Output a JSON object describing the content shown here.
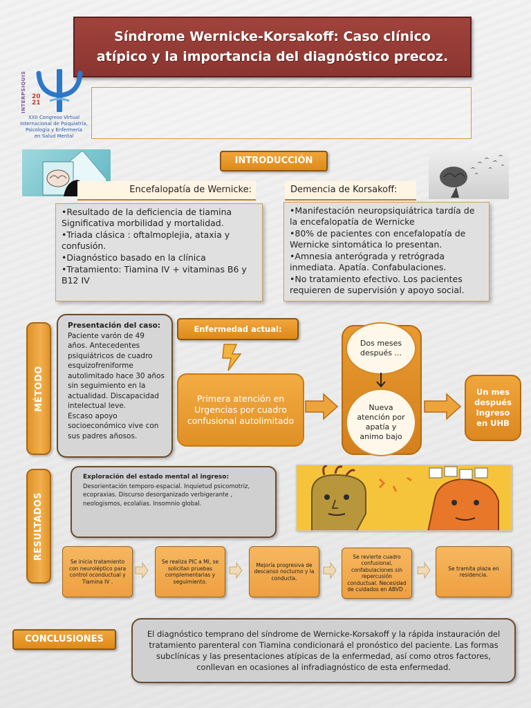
{
  "title": {
    "line1": "Síndrome Wernicke-Korsakoff: Caso clínico",
    "line2": "atípico y la importancia del diagnóstico precoz."
  },
  "logo": {
    "brand": "INTERPSIQUIS",
    "year_top": "20",
    "year_bottom": "21",
    "lines": [
      "XXII Congreso Virtual",
      "Internacional de Psiquiatría,",
      "Psicología y Enfermería",
      "en Salud Mental"
    ]
  },
  "intro": {
    "label": "INTRODUCCIÓN",
    "wernicke": {
      "header": "Encefalopatía de Wernicke:",
      "items": [
        "Resultado de la deficiencia de tiamina Significativa morbilidad y mortalidad.",
        "Triada clásica : oftalmoplejia, ataxia y confusión.",
        "Diagnóstico basado en la clínica",
        "Tratamiento: Tiamina IV + vitaminas B6 y B12 IV"
      ]
    },
    "korsakoff": {
      "header": "Demencia de Korsakoff:",
      "items": [
        "Manifestación neuropsiquiátrica tardía de la encefalopatía de Wernicke",
        "80% de pacientes con encefalopatía de Wernicke sintomática lo presentan.",
        "Amnesia anterógrada y retrógrada inmediata. Apatía. Confabulaciones.",
        "No tratamiento efectivo. Los pacientes requieren de supervisión y apoyo social."
      ]
    }
  },
  "metodo": {
    "label": "MÉTODO",
    "case_title": "Presentación del caso:",
    "case_text": "Paciente varón de 49 años. Antecedentes psiquiátricos de cuadro esquizofreniforme autolimitado hace 30 años sin seguimiento en la actualidad. Discapacidad intelectual leve.",
    "case_text2": "Escaso apoyo socioeconómico vive con sus padres añosos.",
    "enf_label": "Enfermedad actual:",
    "first_attention": "Primera atención en Urgencias por cuadro confusional autolimitado",
    "dos_meses": "Dos meses después ...",
    "nueva_atencion": "Nueva atención por apatía y animo bajo",
    "un_mes": "Un mes después Ingreso en UHB"
  },
  "resultados": {
    "label": "RESULTADOS",
    "explor_title": "Exploración del estado mental al ingreso:",
    "explor_text": "Desorientación temporo-espacial. Inquietud psicomotriz, ecopraxias. Discurso desorganizado verbigerante , neologismos, ecolalias. Insomnio global.",
    "steps": [
      "Se inicia tratamiento con neuroléptico para control oconductual y Tiamina IV .",
      "Se realiza PIC a MI, se solicitan pruebas complementarias y seguimiento.",
      "Mejoría progresiva de descanso nocturno y la conducta.",
      "Se revierte cuadro confusional, confabulaciones sin repercusión conductual. Necesidad de cuidados en ABVD .",
      "Se tramita plaza en residencia."
    ]
  },
  "conclusiones": {
    "label": "CONCLUSIONES",
    "text": "El diagnóstico temprano del síndrome de Wernicke-Korsakoff y la rápida instauración del tratamiento parenteral con Tiamina condicionará el pronóstico del paciente. Las formas subclínicas y las presentaciones atípicas de la enfermedad, así como otros factores, conllevan en ocasiones al infradiagnóstico de esta enfermedad."
  },
  "colors": {
    "title_bg": "#9a3d37",
    "accent_orange": "#e8962c",
    "box_gray": "#d6d6d6"
  }
}
